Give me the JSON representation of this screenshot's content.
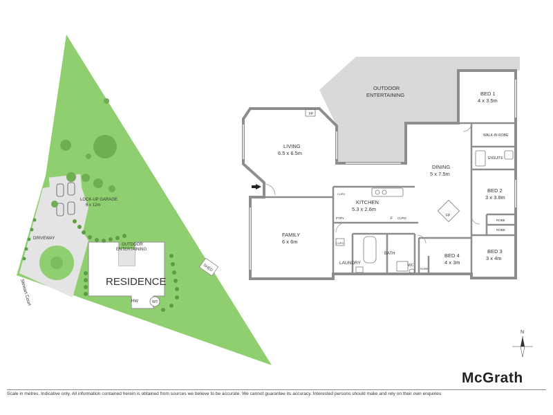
{
  "site": {
    "street_label": "Stewart Court",
    "driveway_label": "DRIVEWAY",
    "garage_label": "LOCK-UP GARAGE",
    "garage_size": "6 x 12m",
    "outdoor_label_1": "OUTDOOR",
    "outdoor_label_2": "ENTERTAINING",
    "residence_label": "RESIDENCE",
    "hw_label": "HW",
    "wt_label": "WT",
    "shed_label": "SHED"
  },
  "floorplan": {
    "outdoor": {
      "name_1": "OUTDOOR",
      "name_2": "ENTERTAINING"
    },
    "living": {
      "name": "LIVING",
      "size": "6.5 x 6.5m",
      "fp": "FP"
    },
    "dining": {
      "name": "DINING",
      "size": "5 x 7.5m",
      "fp": "FP"
    },
    "kitchen": {
      "name": "KITCHEN",
      "size": "5.3 x 2.6m",
      "pantry": "PTRY",
      "fridge": "F",
      "cupd": "CUPD",
      "cupd2": "CUPD"
    },
    "family": {
      "name": "FAMILY",
      "size": "6 x 6m"
    },
    "bed1": {
      "name": "BED 1",
      "size": "4 x 3.5m"
    },
    "walkin": {
      "name": "WALK-IN ROBE"
    },
    "ensuite": {
      "name": "ENSUITE"
    },
    "bed2": {
      "name": "BED 2",
      "size": "3 x 3.8m"
    },
    "robe_a": "ROBE",
    "robe_b": "ROBE",
    "bed3": {
      "name": "BED 3",
      "size": "3 x 4m"
    },
    "bed4": {
      "name": "BED 4",
      "size": "4 x 3m",
      "robe": "ROBE"
    },
    "laundry": {
      "name": "LAUNDRY",
      "cupd": "CUPD"
    },
    "bath": {
      "name": "BATH"
    },
    "wc": {
      "name": "WC"
    }
  },
  "compass": {
    "north": "N"
  },
  "brand": {
    "name": "McGrath"
  },
  "disclaimer": "Scale in metres. Indicative only. All information contained herein is obtained from sources we believe to be accurate. We cannot guarantee its accuracy. Interested persons should make and rely on their own enquiries",
  "colors": {
    "lawn": "#8fcf70",
    "paving": "#e4e4e4",
    "wall": "#8d8d8d",
    "outdoor": "#d9d9d9",
    "tree": "#5d9c46"
  },
  "icons": [
    "north-arrow-icon",
    "entry-arrow-icon",
    "car-icon"
  ]
}
